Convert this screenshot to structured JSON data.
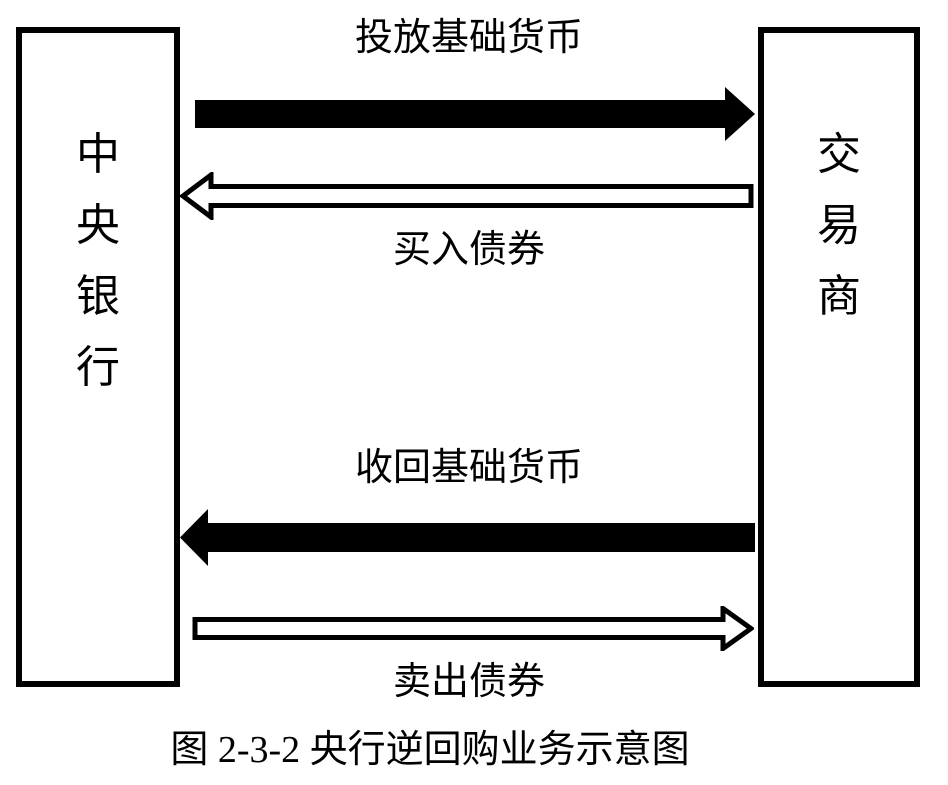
{
  "figure": {
    "caption": "图 2-3-2 央行逆回购业务示意图",
    "nodes": {
      "left": {
        "label": "中央银行"
      },
      "right": {
        "label": "交易商"
      }
    },
    "flows": [
      {
        "label": "投放基础货币",
        "direction": "left-to-right",
        "arrow_style": "solid-filled"
      },
      {
        "label": "买入债券",
        "direction": "right-to-left",
        "arrow_style": "hollow-outline"
      },
      {
        "label": "收回基础货币",
        "direction": "right-to-left",
        "arrow_style": "solid-filled"
      },
      {
        "label": "卖出债券",
        "direction": "left-to-right",
        "arrow_style": "hollow-outline"
      }
    ],
    "colors": {
      "ink": "#000000",
      "background": "#ffffff"
    }
  }
}
